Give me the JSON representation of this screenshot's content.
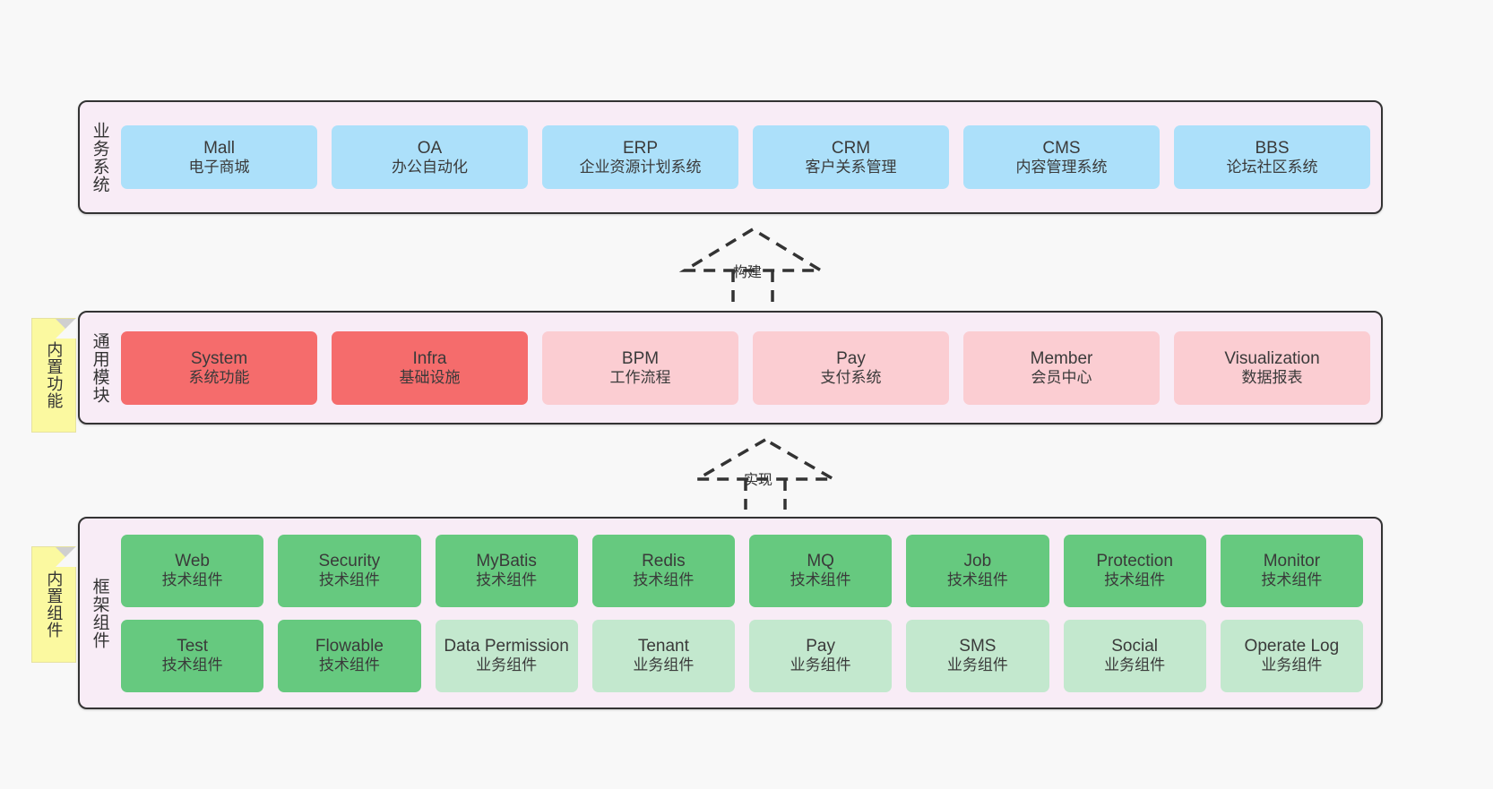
{
  "canvas": {
    "background": "#f8f8f8",
    "panel_background": "#f8ecf6",
    "panel_border": "#333333"
  },
  "palette": {
    "blue": "#ace0fa",
    "red": "#f56c6c",
    "pink": "#fbcdd2",
    "green": "#66c97f",
    "green_light": "#c3e8ce",
    "sticky_yellow": "#fbf9a0",
    "fold_gray": "#cfcfcf"
  },
  "stickies": {
    "common": "内置功能",
    "framework": "内置组件"
  },
  "connectors": [
    {
      "name": "build",
      "label": "构建",
      "style": "dashed-hollow-arrow-up"
    },
    {
      "name": "implement",
      "label": "实现",
      "style": "dashed-hollow-arrow-up"
    }
  ],
  "layers": [
    {
      "key": "business",
      "title": "业务系统",
      "rows": [
        [
          {
            "en": "Mall",
            "cn": "电子商城",
            "color": "blue"
          },
          {
            "en": "OA",
            "cn": "办公自动化",
            "color": "blue"
          },
          {
            "en": "ERP",
            "cn": "企业资源计划系统",
            "color": "blue"
          },
          {
            "en": "CRM",
            "cn": "客户关系管理",
            "color": "blue"
          },
          {
            "en": "CMS",
            "cn": "内容管理系统",
            "color": "blue"
          },
          {
            "en": "BBS",
            "cn": "论坛社区系统",
            "color": "blue"
          }
        ]
      ]
    },
    {
      "key": "common",
      "title": "通用模块",
      "rows": [
        [
          {
            "en": "System",
            "cn": "系统功能",
            "color": "red"
          },
          {
            "en": "Infra",
            "cn": "基础设施",
            "color": "red"
          },
          {
            "en": "BPM",
            "cn": "工作流程",
            "color": "pink"
          },
          {
            "en": "Pay",
            "cn": "支付系统",
            "color": "pink"
          },
          {
            "en": "Member",
            "cn": "会员中心",
            "color": "pink"
          },
          {
            "en": "Visualization",
            "cn": "数据报表",
            "color": "pink"
          }
        ]
      ]
    },
    {
      "key": "framework",
      "title": "框架组件",
      "rows": [
        [
          {
            "en": "Web",
            "cn": "技术组件",
            "color": "green"
          },
          {
            "en": "Security",
            "cn": "技术组件",
            "color": "green"
          },
          {
            "en": "MyBatis",
            "cn": "技术组件",
            "color": "green"
          },
          {
            "en": "Redis",
            "cn": "技术组件",
            "color": "green"
          },
          {
            "en": "MQ",
            "cn": "技术组件",
            "color": "green"
          },
          {
            "en": "Job",
            "cn": "技术组件",
            "color": "green"
          },
          {
            "en": "Protection",
            "cn": "技术组件",
            "color": "green"
          },
          {
            "en": "Monitor",
            "cn": "技术组件",
            "color": "green"
          }
        ],
        [
          {
            "en": "Test",
            "cn": "技术组件",
            "color": "green"
          },
          {
            "en": "Flowable",
            "cn": "技术组件",
            "color": "green"
          },
          {
            "en": "Data Permission",
            "cn": "业务组件",
            "color": "greenlight"
          },
          {
            "en": "Tenant",
            "cn": "业务组件",
            "color": "greenlight"
          },
          {
            "en": "Pay",
            "cn": "业务组件",
            "color": "greenlight"
          },
          {
            "en": "SMS",
            "cn": "业务组件",
            "color": "greenlight"
          },
          {
            "en": "Social",
            "cn": "业务组件",
            "color": "greenlight"
          },
          {
            "en": "Operate Log",
            "cn": "业务组件",
            "color": "greenlight"
          }
        ]
      ]
    }
  ]
}
